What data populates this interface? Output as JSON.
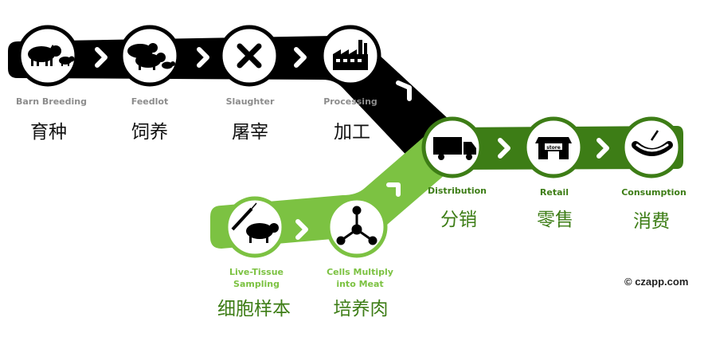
{
  "conventional_chain": [
    {
      "en": "Barn Breeding",
      "zh": "育种",
      "icon": "pigs-icon"
    },
    {
      "en": "Feedlot",
      "zh": "饲养",
      "icon": "pig-herd-icon"
    },
    {
      "en": "Slaughter",
      "zh": "屠宰",
      "icon": "cross-icon"
    },
    {
      "en": "Processing",
      "zh": "加工",
      "icon": "factory-icon"
    }
  ],
  "cultured_chain": [
    {
      "en": "Live-Tissue Sampling",
      "en_lines": [
        "Live-Tissue",
        "Sampling"
      ],
      "zh": "细胞样本",
      "icon": "syringe-pig-icon"
    },
    {
      "en": "Cells Multiply into Meat",
      "en_lines": [
        "Cells Multiply",
        "into Meat"
      ],
      "zh": "培养肉",
      "icon": "molecule-icon"
    }
  ],
  "shared_chain": [
    {
      "en": "Distribution",
      "zh": "分销",
      "icon": "truck-icon"
    },
    {
      "en": "Retail",
      "zh": "零售",
      "icon": "store-icon",
      "sign": "store"
    },
    {
      "en": "Consumption",
      "zh": "消费",
      "icon": "sausage-icon"
    }
  ],
  "copyright": "© czapp.com",
  "colors": {
    "conventional_band": "#000000",
    "cultured_band": "#7cc242",
    "shared_band": "#3d7d16",
    "conventional_text": "#8c8c8c",
    "cultured_text": "#7cc242",
    "shared_text": "#3d7d16"
  }
}
